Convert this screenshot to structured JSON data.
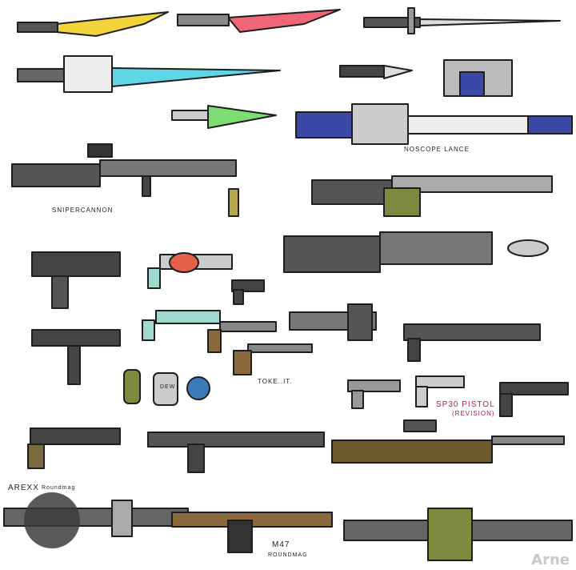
{
  "labels": {
    "noscope_lance": "NOSCOPE LANCE",
    "snipercannon": "SNIPERCANNON",
    "toke_it": "TOKE..IT.",
    "sp30_pistol": "SP30 PISTOL",
    "sp30_revision": "(REVISION)",
    "arexx": "AREXX",
    "arexx_sub": "Roundmag",
    "m47": "M47",
    "m47_sub": "ROUNDMAG",
    "grenade_label": "DEW"
  },
  "watermark": "Arne",
  "colors": {
    "yellow": "#f3d43a",
    "red": "#ee6677",
    "cyan": "#5fd6e6",
    "green": "#7edc74",
    "blue": "#3a48a6",
    "olive": "#7c8a40",
    "brown": "#6e5a2c",
    "grey": "#5a5a5a"
  }
}
